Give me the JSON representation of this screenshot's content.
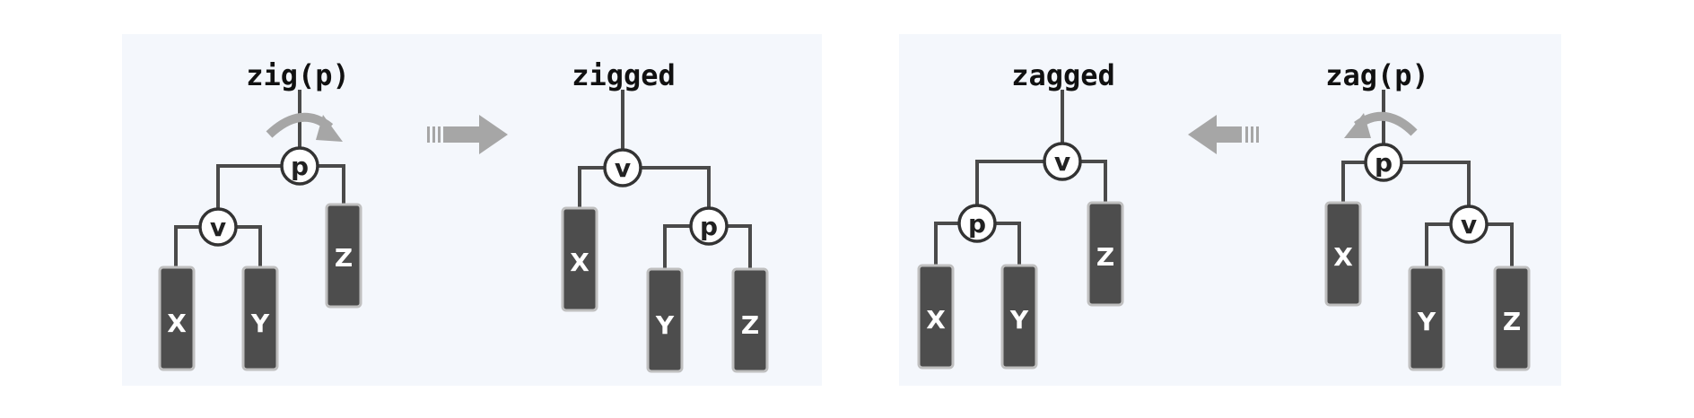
{
  "titles": {
    "zig": "zig(p)",
    "zigged": "zigged",
    "zagged": "zagged",
    "zag": "zag(p)"
  },
  "nodes": {
    "p": "p",
    "v": "v"
  },
  "leaves": {
    "x": "X",
    "y": "Y",
    "z": "Z"
  },
  "colors": {
    "panel_bg": "#f4f7fc",
    "leaf_fill": "#4d4d4d",
    "arrow": "#a6a6a6"
  }
}
